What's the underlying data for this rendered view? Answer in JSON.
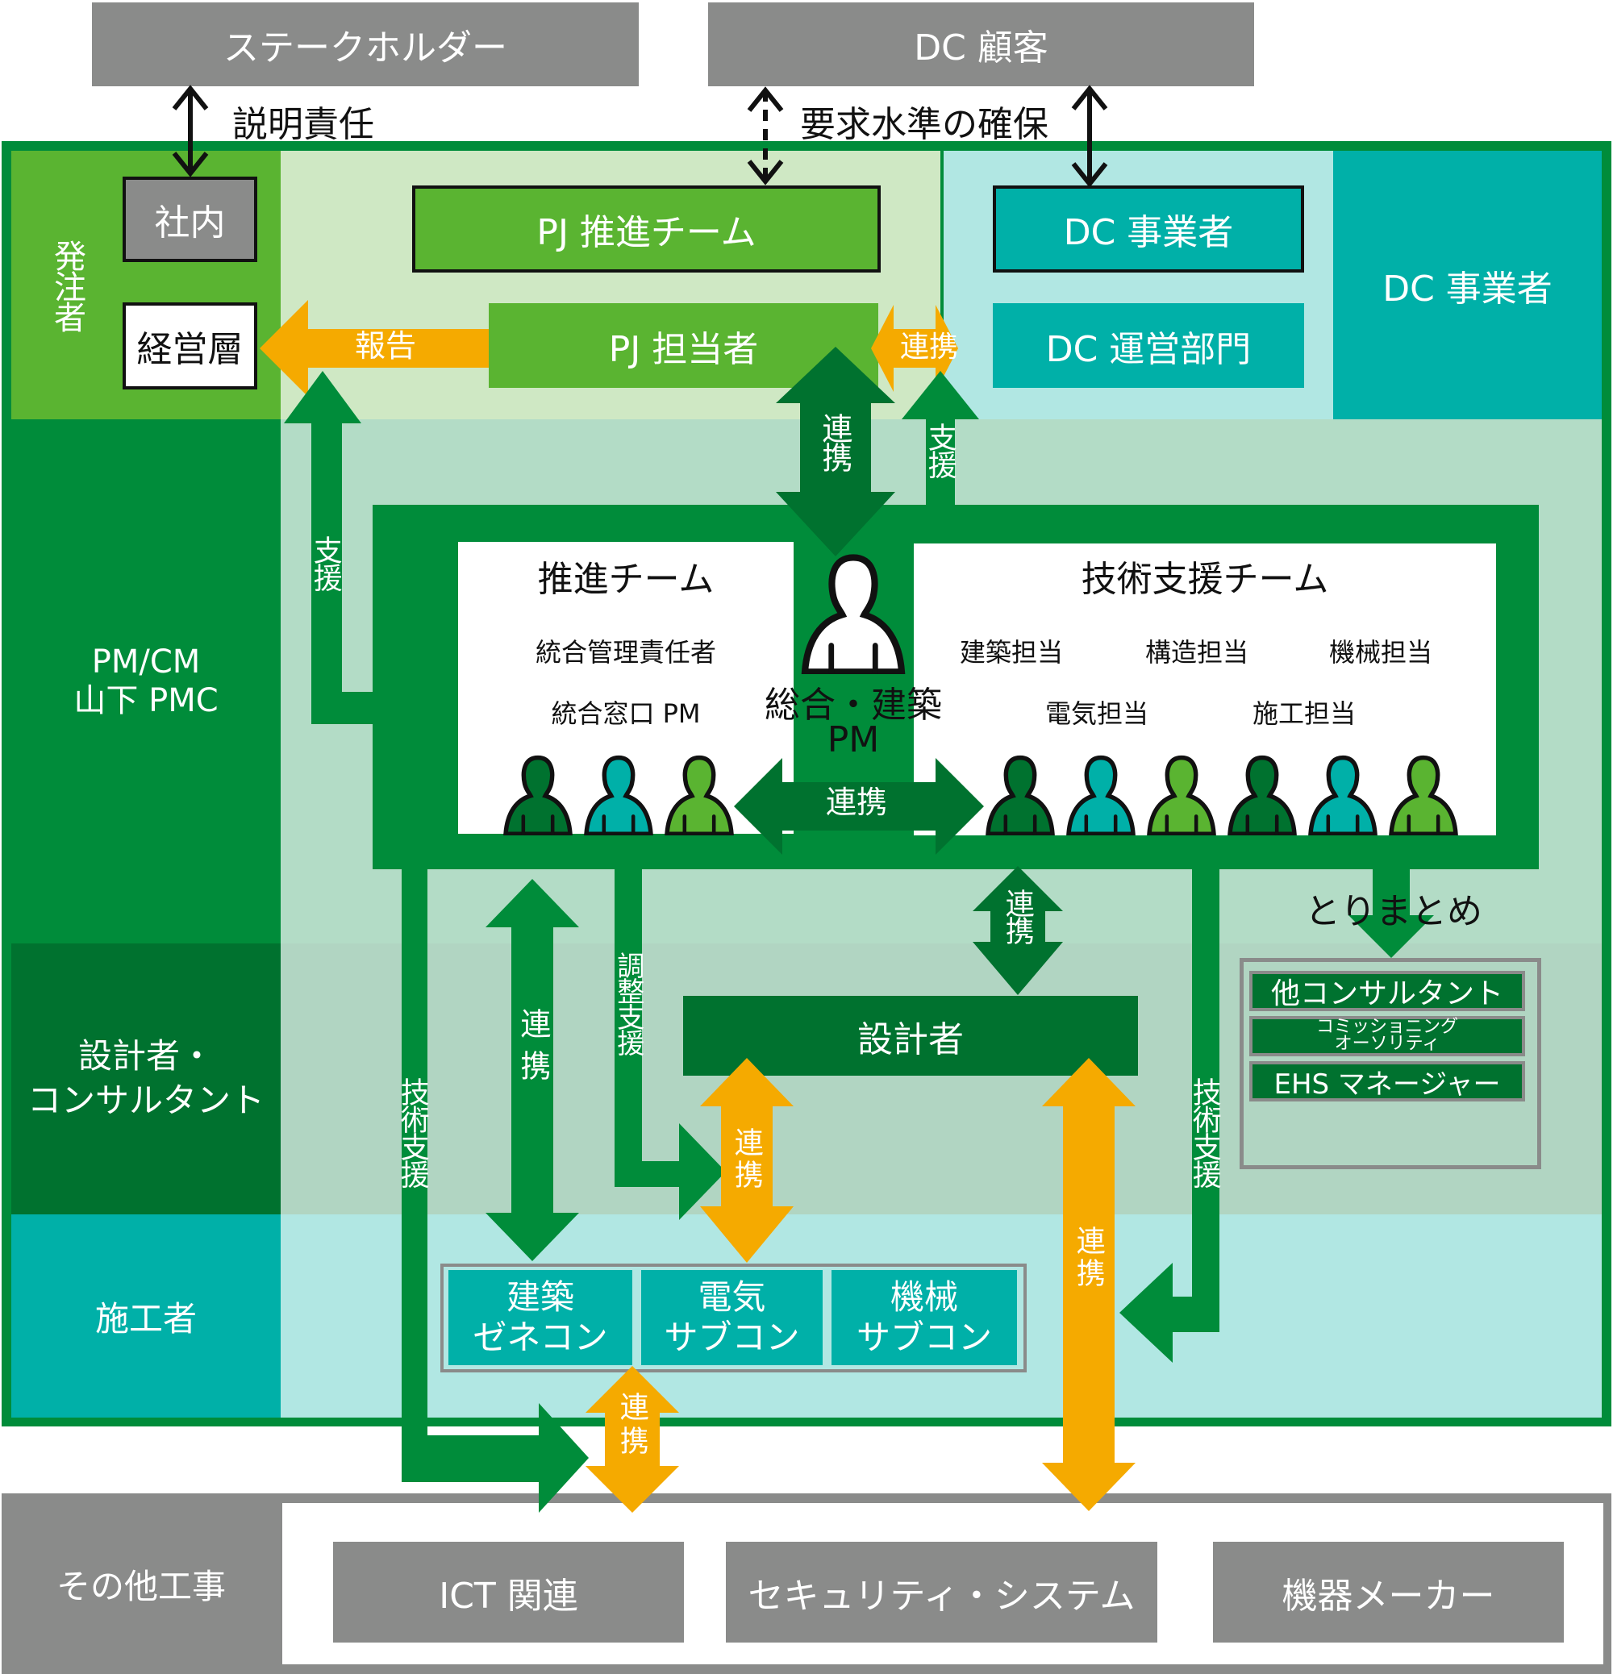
{
  "top": {
    "stakeholder": "ステークホルダー",
    "dc_customer": "DC 顧客",
    "accountability": "説明責任",
    "requirement": "要求水準の確保"
  },
  "rows": {
    "client": "発注者",
    "pmcm_line1": "PM/CM",
    "pmcm_line2": "山下 PMC",
    "designer_line1": "設計者・",
    "designer_line2": "コンサルタント",
    "contractor": "施工者",
    "other_works": "その他工事"
  },
  "client_area": {
    "internal": "社内",
    "management": "経営層",
    "pj_team": "PJ 推進チーム",
    "pj_person": "PJ 担当者",
    "report": "報告",
    "dc_operator_box": "DC 事業者",
    "dc_operation": "DC 運営部門",
    "dc_operator_side": "DC 事業者",
    "coop": "連携"
  },
  "pmc": {
    "promo_team": "推進チーム",
    "promo_roles": [
      "統合管理責任者",
      "統合窓口 PM"
    ],
    "tech_team": "技術支援チーム",
    "tech_roles_row1": [
      "建築担当",
      "構造担当",
      "機械担当"
    ],
    "tech_roles_row2": [
      "電気担当",
      "施工担当"
    ],
    "pm_line1": "総合・建築",
    "pm_line2": "PM",
    "coop": "連携",
    "support": "支援",
    "summary": "とりまとめ"
  },
  "design": {
    "designer": "設計者",
    "consultants": [
      "他コンサルタント",
      "コミッショニング\nオーソリティ",
      "EHS マネージャー"
    ],
    "coord_support": "調整支援",
    "tech_support": "技術支援",
    "coop": "連携"
  },
  "construction": {
    "contractors": [
      {
        "line1": "建築",
        "line2": "ゼネコン"
      },
      {
        "line1": "電気",
        "line2": "サブコン"
      },
      {
        "line1": "機械",
        "line2": "サブコン"
      }
    ]
  },
  "others": {
    "items": [
      "ICT 関連",
      "セキュリティ・システム",
      "機器メーカー"
    ]
  },
  "colors": {
    "green_dark": "#00722f",
    "green": "#008c3a",
    "green_light": "#5ab431",
    "teal": "#00b0a8",
    "orange": "#f5aa00",
    "gray": "#8a8b8a",
    "pale_green": "#cfe8c4",
    "mint": "#b3dcc6",
    "pale_teal": "#b1e7e3"
  }
}
